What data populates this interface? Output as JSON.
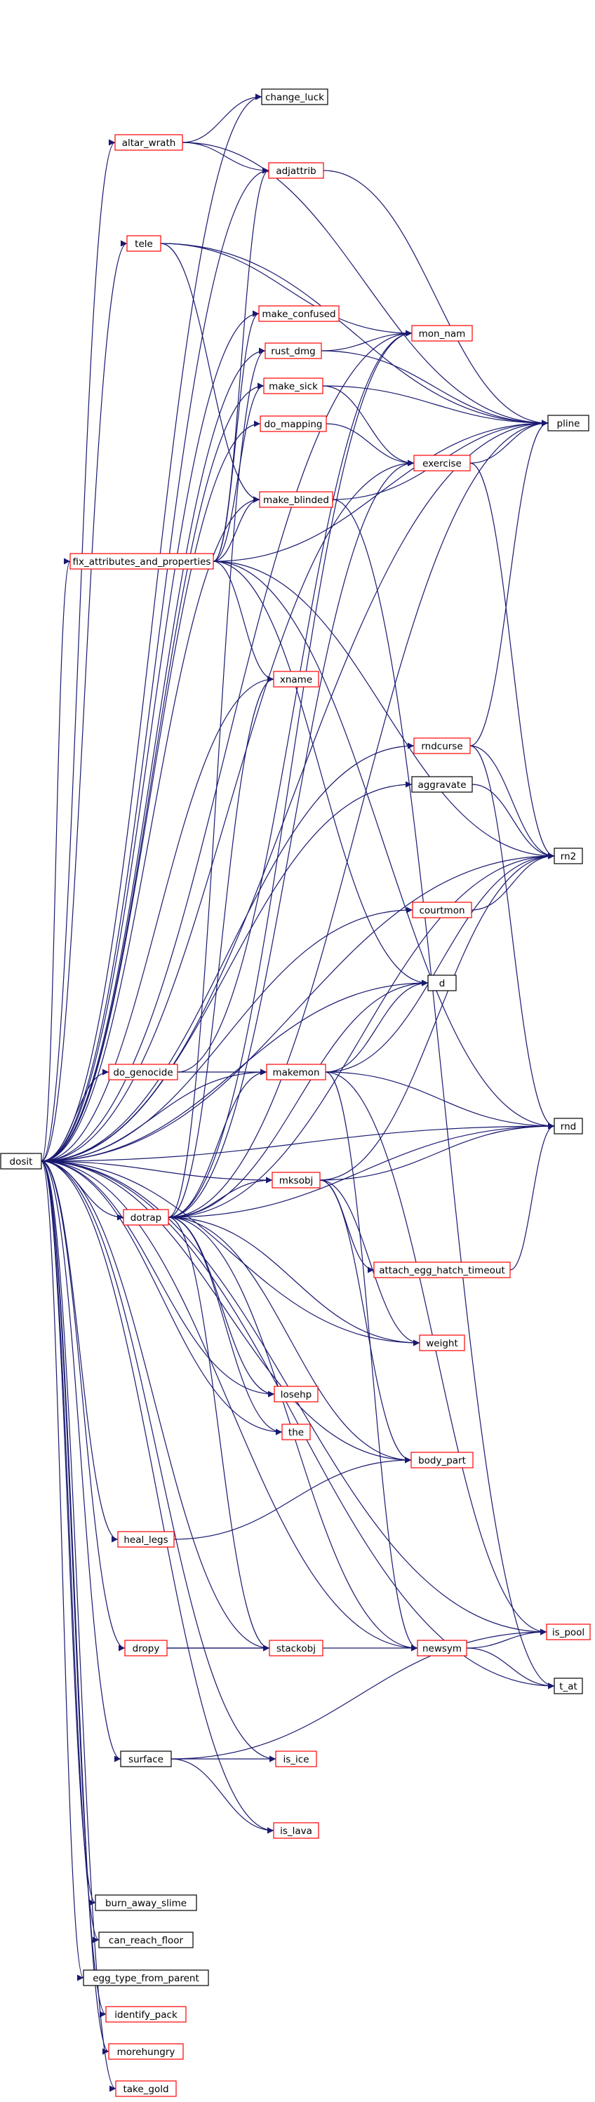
{
  "diagram": {
    "root": "dosit",
    "colors": {
      "edge": "#191970",
      "root_fill": "#bfbfbf",
      "root_border": "#000000",
      "documented_border": "#ff0000",
      "plain_border": "#000000"
    },
    "nodes": [
      {
        "id": "dosit",
        "label": "dosit",
        "style": "root"
      },
      {
        "id": "change_luck",
        "label": "change_luck",
        "style": "plain"
      },
      {
        "id": "altar_wrath",
        "label": "altar_wrath",
        "style": "red"
      },
      {
        "id": "adjattrib",
        "label": "adjattrib",
        "style": "red"
      },
      {
        "id": "tele",
        "label": "tele",
        "style": "red"
      },
      {
        "id": "make_confused",
        "label": "make_confused",
        "style": "red"
      },
      {
        "id": "mon_nam",
        "label": "mon_nam",
        "style": "red"
      },
      {
        "id": "rust_dmg",
        "label": "rust_dmg",
        "style": "red"
      },
      {
        "id": "make_sick",
        "label": "make_sick",
        "style": "red"
      },
      {
        "id": "pline",
        "label": "pline",
        "style": "plain"
      },
      {
        "id": "do_mapping",
        "label": "do_mapping",
        "style": "red"
      },
      {
        "id": "exercise",
        "label": "exercise",
        "style": "red"
      },
      {
        "id": "make_blinded",
        "label": "make_blinded",
        "style": "red"
      },
      {
        "id": "fix_attributes_and_properties",
        "label": "fix_attributes_and_properties",
        "style": "red"
      },
      {
        "id": "xname",
        "label": "xname",
        "style": "red"
      },
      {
        "id": "rndcurse",
        "label": "rndcurse",
        "style": "red"
      },
      {
        "id": "aggravate",
        "label": "aggravate",
        "style": "plain"
      },
      {
        "id": "rn2",
        "label": "rn2",
        "style": "plain"
      },
      {
        "id": "courtmon",
        "label": "courtmon",
        "style": "red"
      },
      {
        "id": "d",
        "label": "d",
        "style": "plain"
      },
      {
        "id": "do_genocide",
        "label": "do_genocide",
        "style": "red"
      },
      {
        "id": "makemon",
        "label": "makemon",
        "style": "red"
      },
      {
        "id": "rnd",
        "label": "rnd",
        "style": "plain"
      },
      {
        "id": "mksobj",
        "label": "mksobj",
        "style": "red"
      },
      {
        "id": "dotrap",
        "label": "dotrap",
        "style": "red"
      },
      {
        "id": "attach_egg_hatch_timeout",
        "label": "attach_egg_hatch_timeout",
        "style": "red"
      },
      {
        "id": "weight",
        "label": "weight",
        "style": "red"
      },
      {
        "id": "losehp",
        "label": "losehp",
        "style": "red"
      },
      {
        "id": "the",
        "label": "the",
        "style": "red"
      },
      {
        "id": "body_part",
        "label": "body_part",
        "style": "red"
      },
      {
        "id": "heal_legs",
        "label": "heal_legs",
        "style": "red"
      },
      {
        "id": "is_pool",
        "label": "is_pool",
        "style": "red"
      },
      {
        "id": "stackobj",
        "label": "stackobj",
        "style": "red"
      },
      {
        "id": "newsym",
        "label": "newsym",
        "style": "red"
      },
      {
        "id": "dropy",
        "label": "dropy",
        "style": "red"
      },
      {
        "id": "t_at",
        "label": "t_at",
        "style": "plain"
      },
      {
        "id": "is_ice",
        "label": "is_ice",
        "style": "red"
      },
      {
        "id": "surface",
        "label": "surface",
        "style": "plain"
      },
      {
        "id": "is_lava",
        "label": "is_lava",
        "style": "red"
      },
      {
        "id": "burn_away_slime",
        "label": "burn_away_slime",
        "style": "plain"
      },
      {
        "id": "can_reach_floor",
        "label": "can_reach_floor",
        "style": "plain"
      },
      {
        "id": "egg_type_from_parent",
        "label": "egg_type_from_parent",
        "style": "plain"
      },
      {
        "id": "identify_pack",
        "label": "identify_pack",
        "style": "red"
      },
      {
        "id": "morehungry",
        "label": "morehungry",
        "style": "red"
      },
      {
        "id": "take_gold",
        "label": "take_gold",
        "style": "red"
      }
    ],
    "edges": [
      [
        "dosit",
        "pline"
      ],
      [
        "dosit",
        "change_luck"
      ],
      [
        "dosit",
        "altar_wrath"
      ],
      [
        "dosit",
        "adjattrib"
      ],
      [
        "dosit",
        "mon_nam"
      ],
      [
        "dosit",
        "tele"
      ],
      [
        "dosit",
        "make_confused"
      ],
      [
        "dosit",
        "rust_dmg"
      ],
      [
        "dosit",
        "make_sick"
      ],
      [
        "dosit",
        "do_mapping"
      ],
      [
        "dosit",
        "exercise"
      ],
      [
        "dosit",
        "make_blinded"
      ],
      [
        "dosit",
        "fix_attributes_and_properties"
      ],
      [
        "dosit",
        "xname"
      ],
      [
        "dosit",
        "rndcurse"
      ],
      [
        "dosit",
        "aggravate"
      ],
      [
        "dosit",
        "rn2"
      ],
      [
        "dosit",
        "courtmon"
      ],
      [
        "dosit",
        "d"
      ],
      [
        "dosit",
        "do_genocide"
      ],
      [
        "dosit",
        "makemon"
      ],
      [
        "dosit",
        "rnd"
      ],
      [
        "dosit",
        "mksobj"
      ],
      [
        "dosit",
        "dotrap"
      ],
      [
        "dosit",
        "losehp"
      ],
      [
        "dosit",
        "the"
      ],
      [
        "dosit",
        "weight"
      ],
      [
        "dosit",
        "body_part"
      ],
      [
        "dosit",
        "heal_legs"
      ],
      [
        "dosit",
        "is_pool"
      ],
      [
        "dosit",
        "stackobj"
      ],
      [
        "dosit",
        "dropy"
      ],
      [
        "dosit",
        "newsym"
      ],
      [
        "dosit",
        "surface"
      ],
      [
        "dosit",
        "is_ice"
      ],
      [
        "dosit",
        "is_lava"
      ],
      [
        "dosit",
        "t_at"
      ],
      [
        "dosit",
        "burn_away_slime"
      ],
      [
        "dosit",
        "can_reach_floor"
      ],
      [
        "dosit",
        "egg_type_from_parent"
      ],
      [
        "dosit",
        "identify_pack"
      ],
      [
        "dosit",
        "morehungry"
      ],
      [
        "dosit",
        "take_gold"
      ],
      [
        "altar_wrath",
        "change_luck"
      ],
      [
        "altar_wrath",
        "adjattrib"
      ],
      [
        "altar_wrath",
        "pline"
      ],
      [
        "adjattrib",
        "pline"
      ],
      [
        "tele",
        "mon_nam"
      ],
      [
        "tele",
        "pline"
      ],
      [
        "tele",
        "make_blinded"
      ],
      [
        "rust_dmg",
        "mon_nam"
      ],
      [
        "rust_dmg",
        "pline"
      ],
      [
        "make_sick",
        "pline"
      ],
      [
        "make_sick",
        "exercise"
      ],
      [
        "do_mapping",
        "exercise"
      ],
      [
        "exercise",
        "pline"
      ],
      [
        "exercise",
        "rn2"
      ],
      [
        "make_blinded",
        "pline"
      ],
      [
        "make_blinded",
        "t_at"
      ],
      [
        "fix_attributes_and_properties",
        "adjattrib"
      ],
      [
        "fix_attributes_and_properties",
        "make_confused"
      ],
      [
        "fix_attributes_and_properties",
        "make_sick"
      ],
      [
        "fix_attributes_and_properties",
        "make_blinded"
      ],
      [
        "fix_attributes_and_properties",
        "xname"
      ],
      [
        "fix_attributes_and_properties",
        "pline"
      ],
      [
        "fix_attributes_and_properties",
        "rn2"
      ],
      [
        "fix_attributes_and_properties",
        "d"
      ],
      [
        "fix_attributes_and_properties",
        "rnd"
      ],
      [
        "rndcurse",
        "pline"
      ],
      [
        "rndcurse",
        "rn2"
      ],
      [
        "rndcurse",
        "rnd"
      ],
      [
        "aggravate",
        "rn2"
      ],
      [
        "courtmon",
        "rn2"
      ],
      [
        "do_genocide",
        "makemon"
      ],
      [
        "do_genocide",
        "mon_nam"
      ],
      [
        "makemon",
        "d"
      ],
      [
        "makemon",
        "rn2"
      ],
      [
        "makemon",
        "rnd"
      ],
      [
        "makemon",
        "is_pool"
      ],
      [
        "makemon",
        "newsym"
      ],
      [
        "mksobj",
        "rn2"
      ],
      [
        "mksobj",
        "rnd"
      ],
      [
        "mksobj",
        "attach_egg_hatch_timeout"
      ],
      [
        "mksobj",
        "weight"
      ],
      [
        "mksobj",
        "body_part"
      ],
      [
        "dotrap",
        "mon_nam"
      ],
      [
        "dotrap",
        "exercise"
      ],
      [
        "dotrap",
        "pline"
      ],
      [
        "dotrap",
        "rn2"
      ],
      [
        "dotrap",
        "rust_dmg"
      ],
      [
        "dotrap",
        "xname"
      ],
      [
        "dotrap",
        "d"
      ],
      [
        "dotrap",
        "makemon"
      ],
      [
        "dotrap",
        "mksobj"
      ],
      [
        "dotrap",
        "losehp"
      ],
      [
        "dotrap",
        "the"
      ],
      [
        "dotrap",
        "body_part"
      ],
      [
        "dotrap",
        "stackobj"
      ],
      [
        "dotrap",
        "newsym"
      ],
      [
        "dotrap",
        "weight"
      ],
      [
        "dotrap",
        "rnd"
      ],
      [
        "attach_egg_hatch_timeout",
        "rnd"
      ],
      [
        "heal_legs",
        "body_part"
      ],
      [
        "newsym",
        "is_pool"
      ],
      [
        "newsym",
        "t_at"
      ],
      [
        "dropy",
        "stackobj"
      ],
      [
        "dropy",
        "newsym"
      ],
      [
        "surface",
        "is_ice"
      ],
      [
        "surface",
        "is_lava"
      ],
      [
        "surface",
        "is_pool"
      ]
    ]
  }
}
